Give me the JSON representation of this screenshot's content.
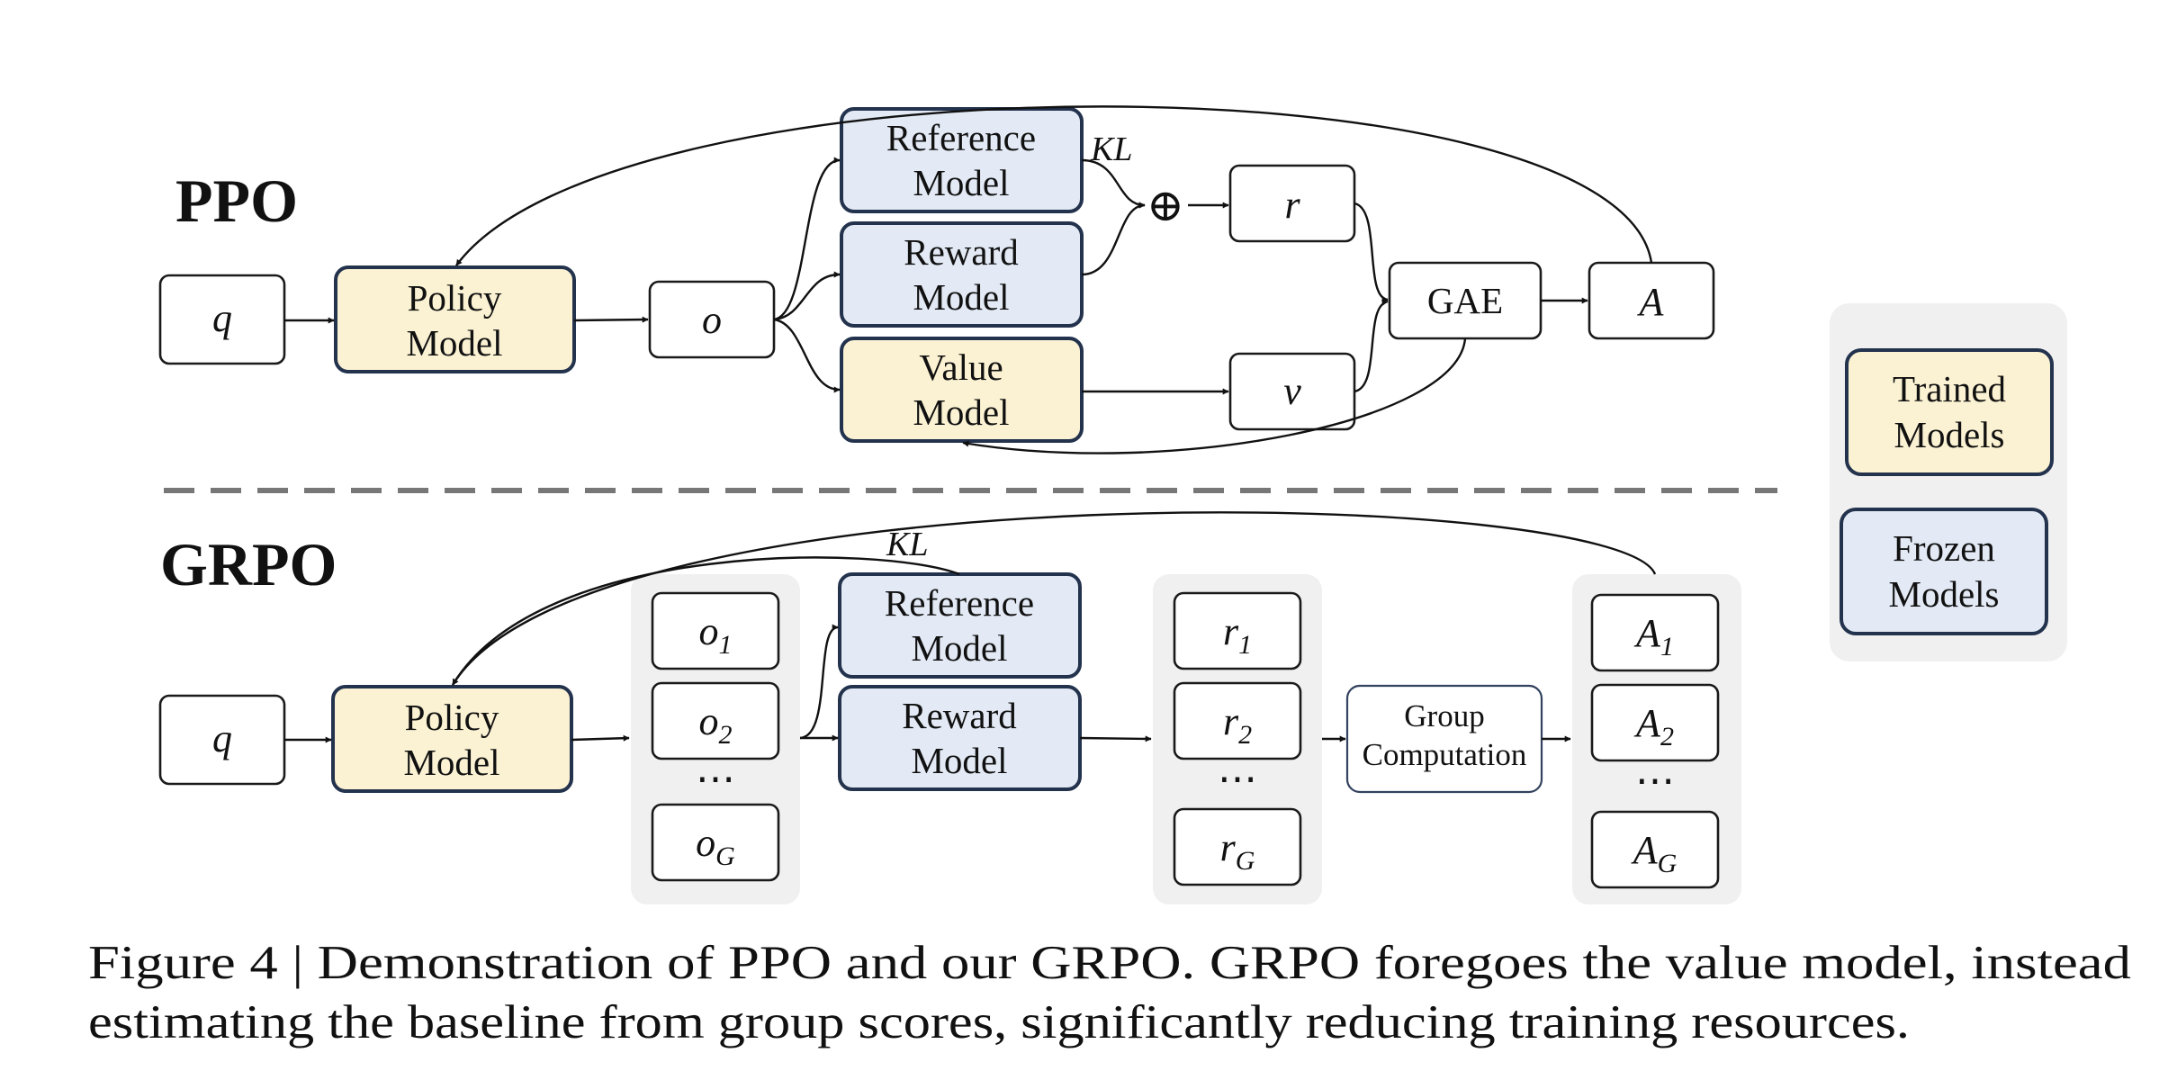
{
  "ppo": {
    "title": "PPO",
    "q": "q",
    "policy": [
      "Policy",
      "Model"
    ],
    "o": "o",
    "reference": [
      "Reference",
      "Model"
    ],
    "reward": [
      "Reward",
      "Model"
    ],
    "value": [
      "Value",
      "Model"
    ],
    "kl": "KL",
    "plus": "⊕",
    "r": "r",
    "v": "v",
    "gae": "GAE",
    "a": "A"
  },
  "grpo": {
    "title": "GRPO",
    "q": "q",
    "policy": [
      "Policy",
      "Model"
    ],
    "kl": "KL",
    "outputs": [
      {
        "base": "o",
        "sub": "1"
      },
      {
        "base": "o",
        "sub": "2"
      },
      {
        "base": "o",
        "sub": "G"
      }
    ],
    "reference": [
      "Reference",
      "Model"
    ],
    "reward": [
      "Reward",
      "Model"
    ],
    "rewards": [
      {
        "base": "r",
        "sub": "1"
      },
      {
        "base": "r",
        "sub": "2"
      },
      {
        "base": "r",
        "sub": "G"
      }
    ],
    "group": [
      "Group",
      "Computation"
    ],
    "advantages": [
      {
        "base": "A",
        "sub": "1"
      },
      {
        "base": "A",
        "sub": "2"
      },
      {
        "base": "A",
        "sub": "G"
      }
    ],
    "dots": "⋯"
  },
  "legend": {
    "trained": [
      "Trained",
      "Models"
    ],
    "frozen": [
      "Frozen",
      "Models"
    ]
  },
  "colors": {
    "trained_fill": "#fbf2d3",
    "frozen_fill": "#e3eaf5",
    "border": "#23324d",
    "panel": "#f0f0f0",
    "divider": "#777777"
  },
  "caption": {
    "line1": "Figure 4 | Demonstration of PPO and our GRPO. GRPO foregoes the value model, instead",
    "line2": "estimating the baseline from group scores, significantly reducing training resources."
  }
}
